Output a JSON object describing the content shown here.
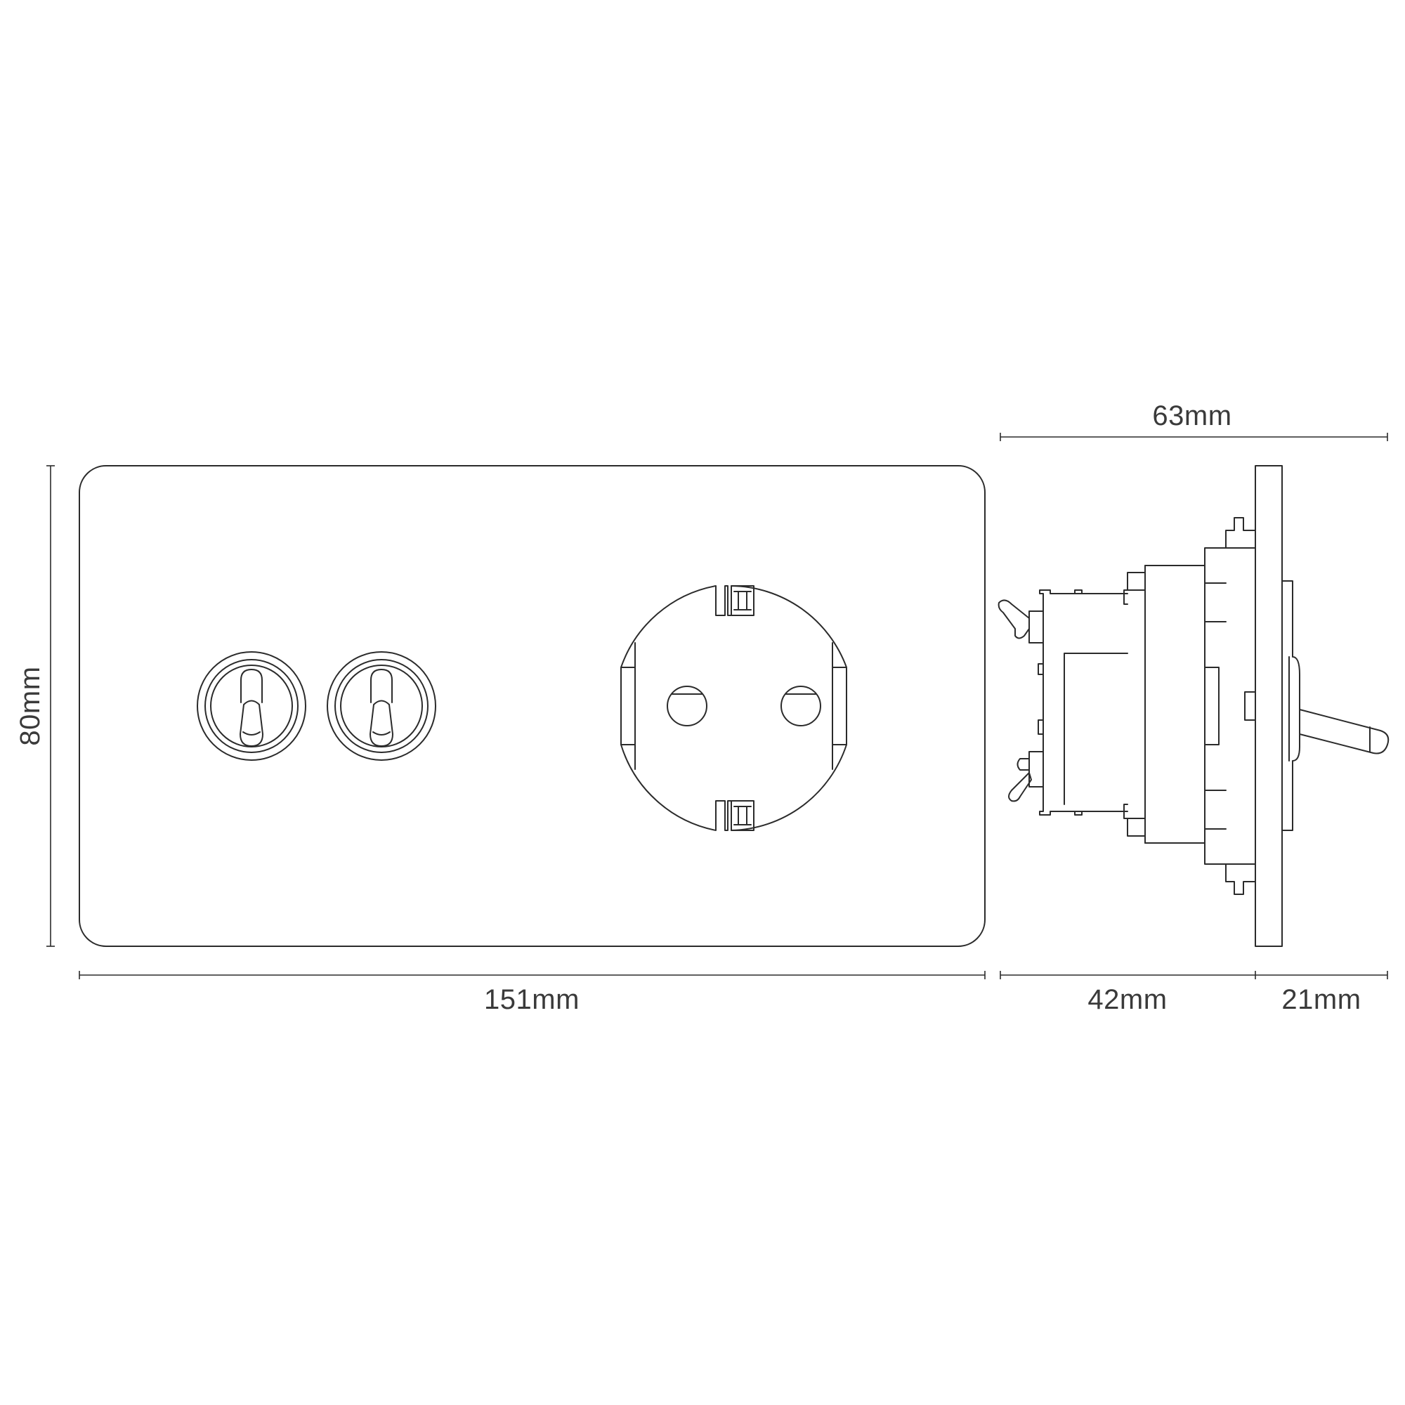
{
  "dimensions": {
    "height": "80mm",
    "width": "151mm",
    "depth_total": "63mm",
    "depth_back": "42mm",
    "depth_front": "21mm"
  },
  "colors": {
    "line": "#2b2b2b",
    "text": "#3a3a3a",
    "background": "#ffffff"
  }
}
